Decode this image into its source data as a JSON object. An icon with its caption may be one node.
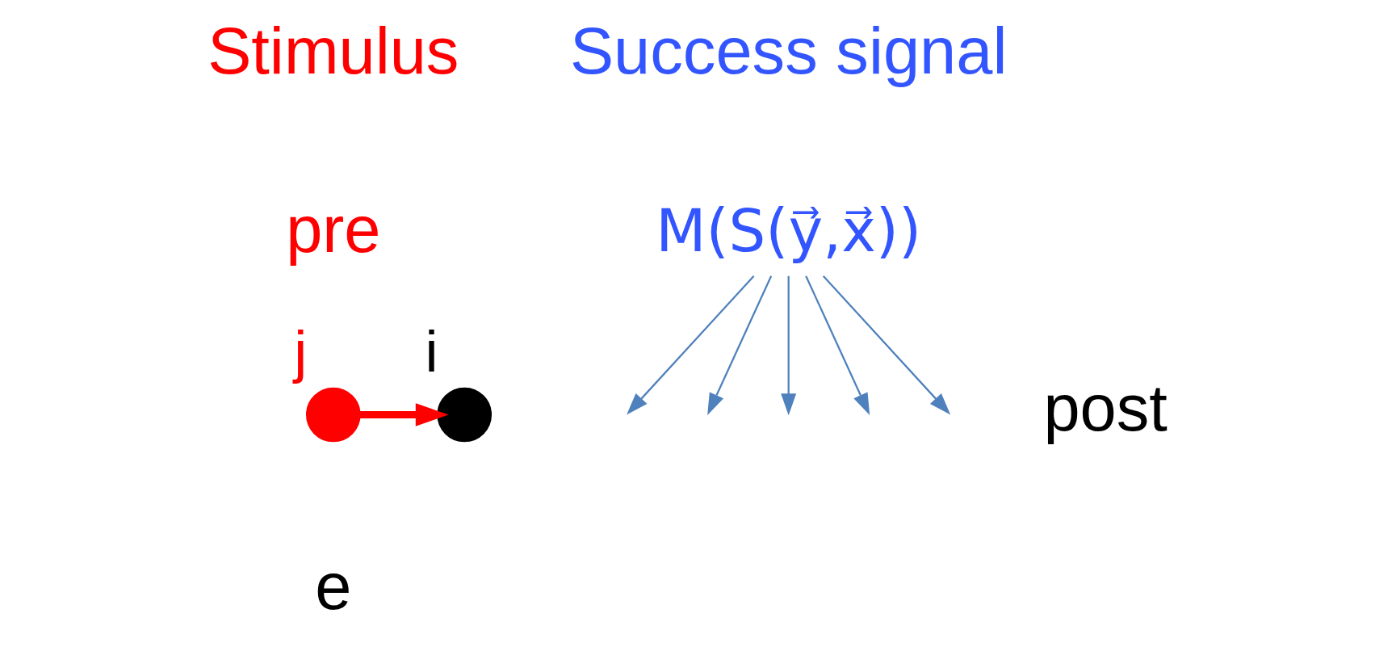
{
  "diagram": {
    "nodes": [
      {
        "text": [],
        "shape": "circle",
        "beside": [
          "j"
        ]
      },
      {
        "text": [],
        "shape": "circle",
        "beside": [
          "i"
        ]
      },
      {
        "text": [
          "M(S(y⃗,x⃗))"
        ]
      }
    ],
    "edges": [
      {
        "from": 0,
        "to": 1,
        "arrow": "to",
        "style": "thick",
        "color": "#ff0000"
      },
      {
        "from": 2,
        "to": null,
        "arrow": "to"
      },
      {
        "from": 2,
        "to": null,
        "arrow": "to"
      },
      {
        "from": 2,
        "to": null,
        "arrow": "to"
      },
      {
        "from": 2,
        "to": null,
        "arrow": "to"
      },
      {
        "from": 2,
        "to": null,
        "arrow": "to"
      }
    ],
    "labels": [
      "Stimulus",
      "Success signal",
      "pre",
      "post",
      "e"
    ]
  }
}
